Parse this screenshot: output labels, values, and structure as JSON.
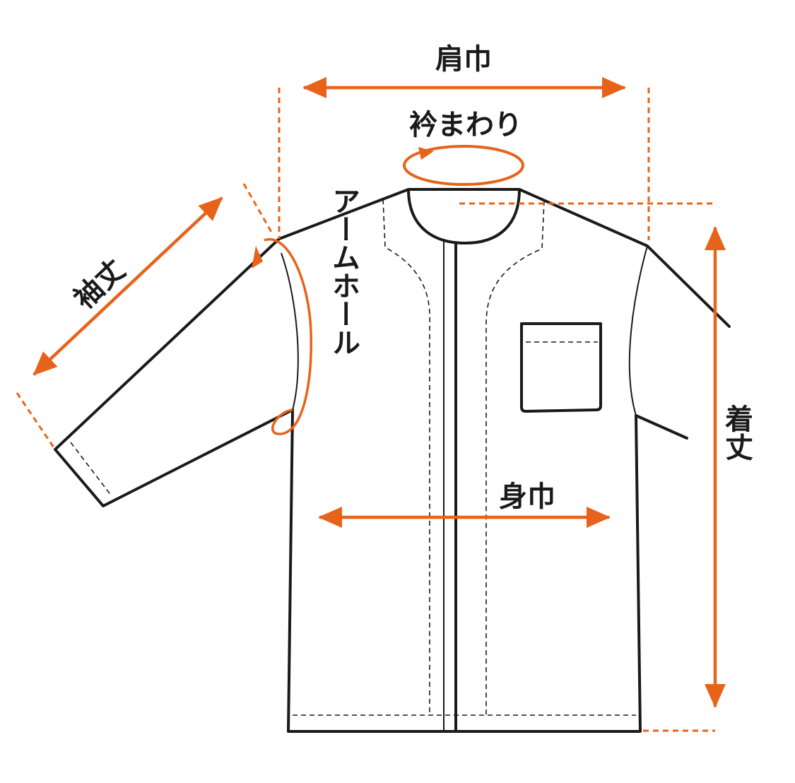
{
  "colors": {
    "accent": "#e8631a",
    "ink": "#1a1a1a",
    "background": "#ffffff"
  },
  "labels": {
    "shoulder_width": "肩巾",
    "neck_circumference": "衿まわり",
    "sleeve_length": "袖丈",
    "armhole": "アームホール",
    "body_width": "身巾",
    "total_length": "着丈"
  }
}
